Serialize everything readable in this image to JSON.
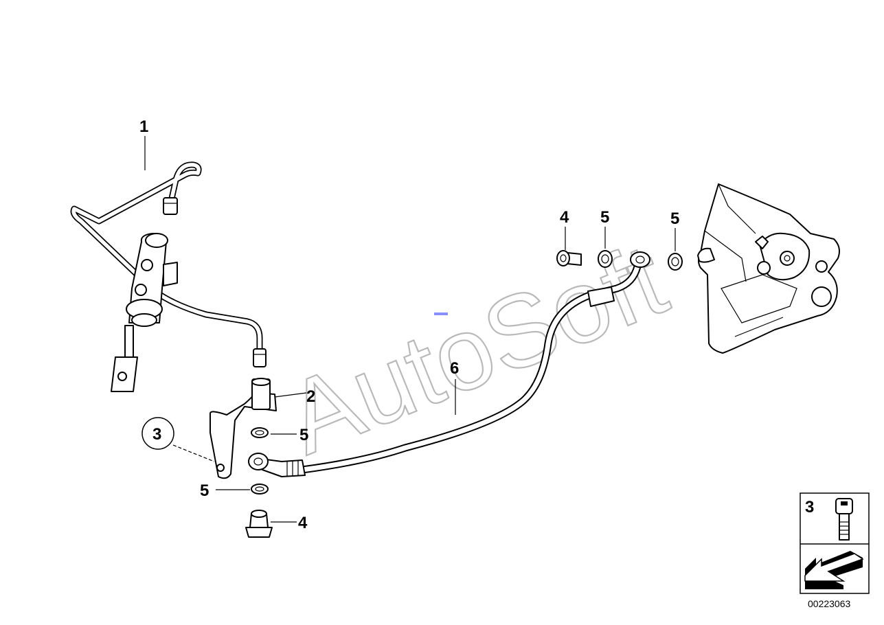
{
  "watermark": "AutoSoft",
  "callouts": {
    "c1": "1",
    "c2": "2",
    "c3": "3",
    "c4a": "4",
    "c4b": "4",
    "c5a": "5",
    "c5b": "5",
    "c5c": "5",
    "c5d": "5",
    "c6": "6"
  },
  "inset": {
    "label": "3"
  },
  "diagram_number": "00223063"
}
